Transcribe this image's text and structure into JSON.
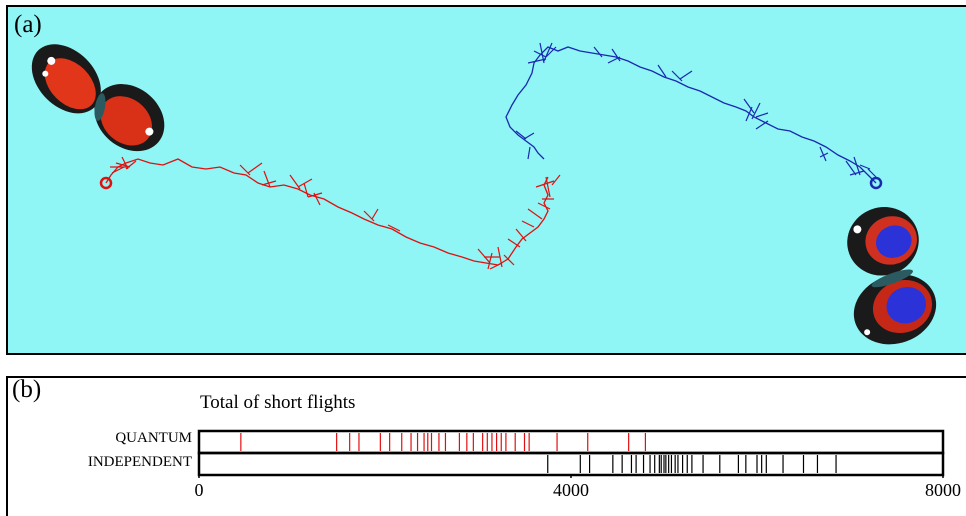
{
  "panel_a": {
    "letter": "(a)",
    "background": "#8ff5f5"
  },
  "panel_b": {
    "letter": "(b)"
  },
  "colors": {
    "quantum": "#e01010",
    "independent": "#000000",
    "blue_path": "#1a2ab0"
  },
  "chart_data": {
    "type": "strip",
    "title": "Total of short flights",
    "rows": [
      "QUANTUM",
      "INDEPENDENT"
    ],
    "xlim": [
      0,
      8000
    ],
    "xticks": [
      0,
      4000,
      8000
    ],
    "series": [
      {
        "name": "QUANTUM",
        "values": [
          450,
          1480,
          1620,
          1720,
          1950,
          2050,
          2180,
          2280,
          2350,
          2420,
          2460,
          2500,
          2580,
          2650,
          2800,
          2880,
          2950,
          3050,
          3100,
          3150,
          3200,
          3250,
          3300,
          3400,
          3500,
          3550,
          3850,
          4180,
          4620,
          4800
        ]
      },
      {
        "name": "INDEPENDENT",
        "values": [
          3750,
          4100,
          4200,
          4450,
          4550,
          4650,
          4700,
          4780,
          4850,
          4900,
          4950,
          4970,
          5000,
          5020,
          5050,
          5080,
          5120,
          5150,
          5200,
          5250,
          5300,
          5420,
          5600,
          5800,
          5880,
          6000,
          6050,
          6100,
          6280,
          6500,
          6650,
          6850
        ]
      }
    ]
  }
}
